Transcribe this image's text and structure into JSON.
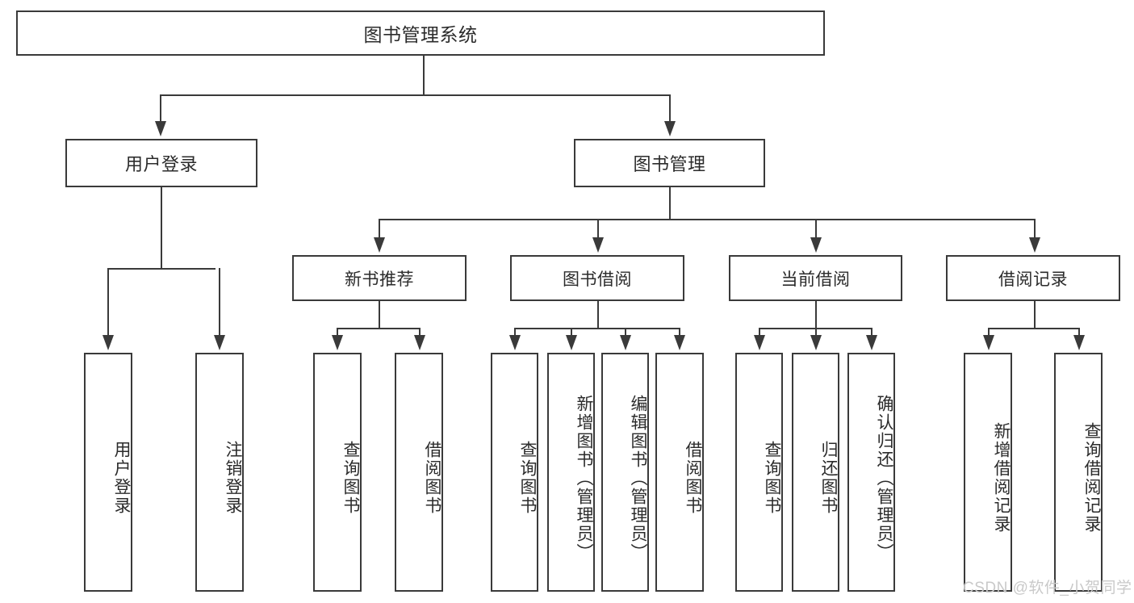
{
  "diagram": {
    "title_node": {
      "label": "图书管理系统"
    },
    "level2": [
      {
        "label": "用户登录"
      },
      {
        "label": "图书管理"
      }
    ],
    "level3": [
      {
        "label": "新书推荐"
      },
      {
        "label": "图书借阅"
      },
      {
        "label": "当前借阅"
      },
      {
        "label": "借阅记录"
      }
    ],
    "leaves": {
      "user_login": [
        {
          "label": "用户登录"
        },
        {
          "label": "注销登录"
        }
      ],
      "new_book_recommend": [
        {
          "label": "查询图书"
        },
        {
          "label": "借阅图书"
        }
      ],
      "book_borrow": [
        {
          "label": "查询图书"
        },
        {
          "label": "新增图书（管理员）"
        },
        {
          "label": "编辑图书（管理员）"
        },
        {
          "label": "借阅图书"
        }
      ],
      "current_borrow": [
        {
          "label": "查询图书"
        },
        {
          "label": "归还图书"
        },
        {
          "label": "确认归还（管理员）"
        }
      ],
      "borrow_record": [
        {
          "label": "新增借阅记录"
        },
        {
          "label": "查询借阅记录"
        }
      ]
    }
  },
  "watermark": {
    "text": "CSDN @软件_小贺同学"
  },
  "colors": {
    "stroke": "#3a3a3a",
    "text": "#2b2b2b",
    "background": "#ffffff",
    "watermark": "#c9c9c9"
  }
}
